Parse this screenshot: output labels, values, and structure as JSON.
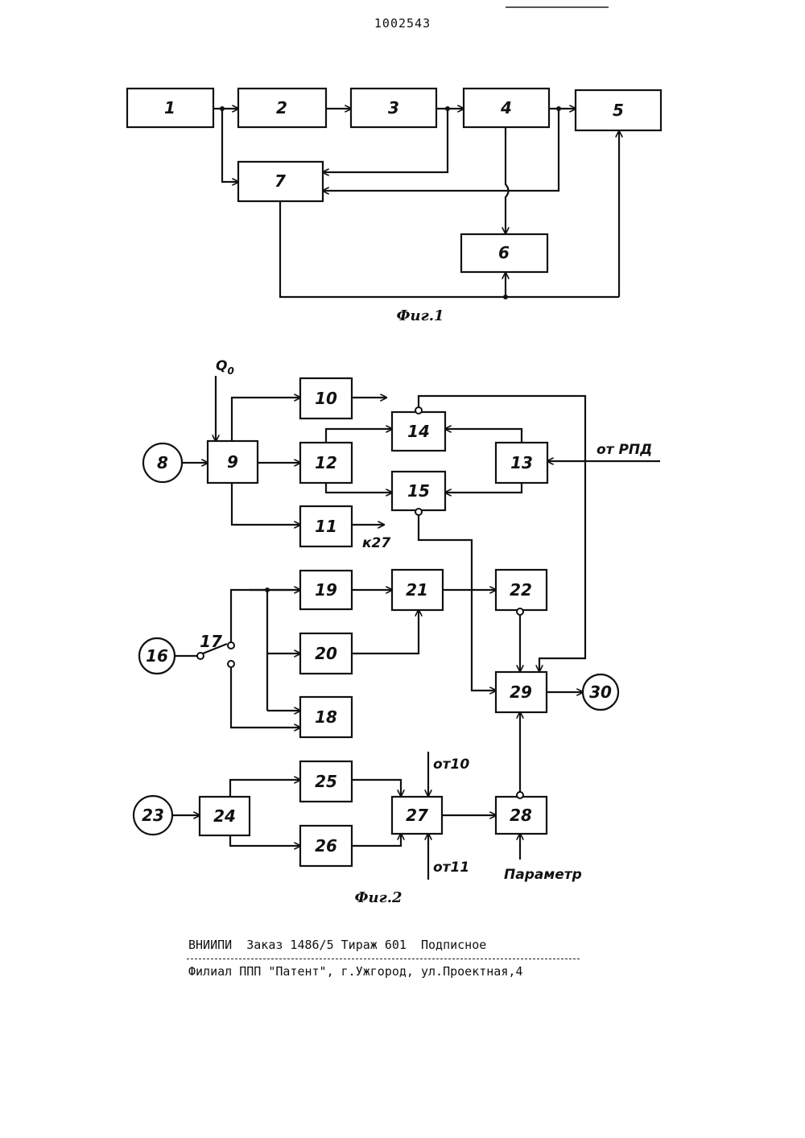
{
  "header": {
    "patent_number": "1002543"
  },
  "fig1": {
    "caption": "Фиг.1",
    "blocks": [
      "1",
      "2",
      "3",
      "4",
      "5",
      "6",
      "7"
    ]
  },
  "fig2": {
    "caption": "Фиг.2",
    "blocks": [
      "9",
      "10",
      "11",
      "12",
      "13",
      "14",
      "15",
      "19",
      "20",
      "21",
      "22",
      "18",
      "29",
      "24",
      "25",
      "26",
      "27",
      "28"
    ],
    "circles": [
      "8",
      "16",
      "23",
      "30"
    ],
    "switch_label": "17",
    "labels": {
      "q0": "Q",
      "q0_sub": "0",
      "ot_rpd": "от РПД",
      "k27": "к27",
      "ot10": "от10",
      "ot11": "от11",
      "parametr": "Параметр"
    }
  },
  "footer": {
    "line1": "ВНИИПИ  Заказ 1486/5 Тираж 601  Подписное",
    "line2": "Филиал ППП \"Патент\", г.Ужгород, ул.Проектная,4"
  }
}
